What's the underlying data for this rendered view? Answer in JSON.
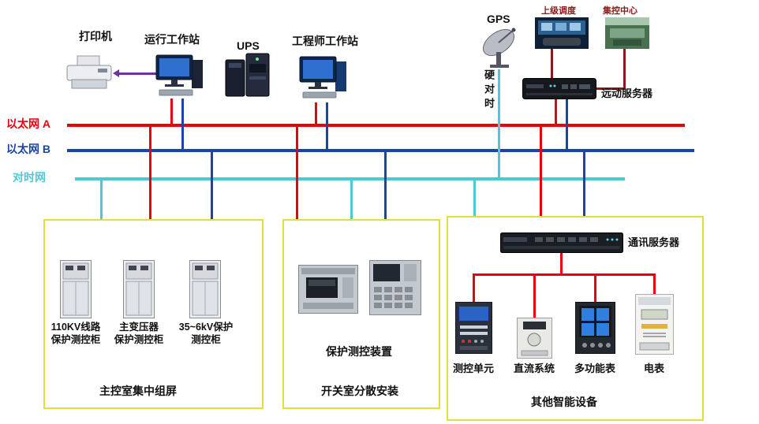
{
  "colors": {
    "ethernet_a": "#e8000e",
    "ethernet_b": "#1a44a8",
    "time_network": "#4ec7d6",
    "uplink_line": "#8b1a1a",
    "printer_link": "#7030a0",
    "box_border": "#e3df3a"
  },
  "buses": {
    "eth_a": {
      "label": "以太网 A"
    },
    "eth_b": {
      "label": "以太网 B"
    },
    "time": {
      "label": "对时网"
    }
  },
  "top": {
    "printer": "打印机",
    "operator_ws": "运行工作站",
    "ups": "UPS",
    "engineer_ws": "工程师工作站",
    "gps": "GPS",
    "dispatch": "上级调度",
    "control_center": "集控中心",
    "rtu_server": "远动服务器",
    "hard_time": "硬对时"
  },
  "left_box": {
    "cabinets": [
      "110KV线路\n保护测控柜",
      "主变压器\n保护测控柜",
      "35~6kV保护\n测控柜"
    ],
    "title": "主控室集中组屏"
  },
  "middle_box": {
    "device": "保护测控装置",
    "title": "开关室分散安装"
  },
  "right_box": {
    "server": "通讯服务器",
    "devices": [
      "测控单元",
      "直流系统",
      "多功能表",
      "电表"
    ],
    "title": "其他智能设备"
  }
}
